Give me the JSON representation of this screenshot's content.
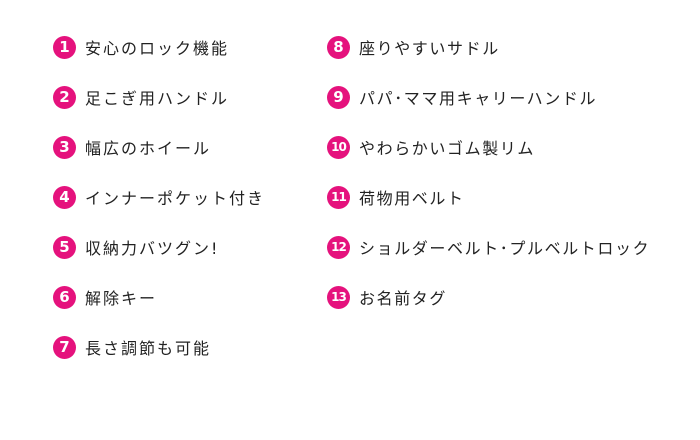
{
  "features_left": [
    {
      "number": "1",
      "label": "安心のロック機能"
    },
    {
      "number": "2",
      "label": "足こぎ用ハンドル"
    },
    {
      "number": "3",
      "label": "幅広のホイール"
    },
    {
      "number": "4",
      "label": "インナーポケット付き"
    },
    {
      "number": "5",
      "label": "収納力バツグン!"
    },
    {
      "number": "6",
      "label": "解除キー"
    },
    {
      "number": "7",
      "label": "長さ調節も可能"
    }
  ],
  "features_right": [
    {
      "number": "8",
      "label": "座りやすいサドル"
    },
    {
      "number": "9",
      "label": "パパ･ママ用キャリーハンドル"
    },
    {
      "number": "10",
      "label": "やわらかいゴム製リム"
    },
    {
      "number": "11",
      "label": "荷物用ベルト"
    },
    {
      "number": "12",
      "label": "ショルダーベルト･プルベルトロック"
    },
    {
      "number": "13",
      "label": "お名前タグ"
    }
  ],
  "colors": {
    "badge": "#e5127d",
    "text": "#222222"
  }
}
